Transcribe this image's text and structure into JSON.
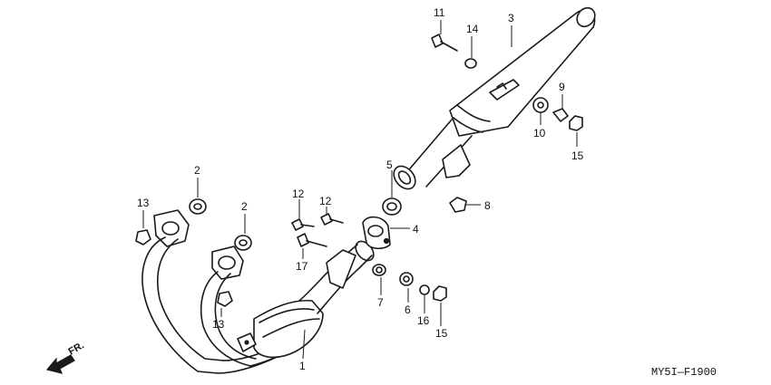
{
  "diagram_code": "MY5I—F1900",
  "direction_label": "FR.",
  "callouts": [
    "1",
    "2",
    "2",
    "3",
    "4",
    "5",
    "6",
    "7",
    "8",
    "9",
    "10",
    "11",
    "12",
    "12",
    "13",
    "13",
    "14",
    "15",
    "15",
    "16",
    "17"
  ]
}
